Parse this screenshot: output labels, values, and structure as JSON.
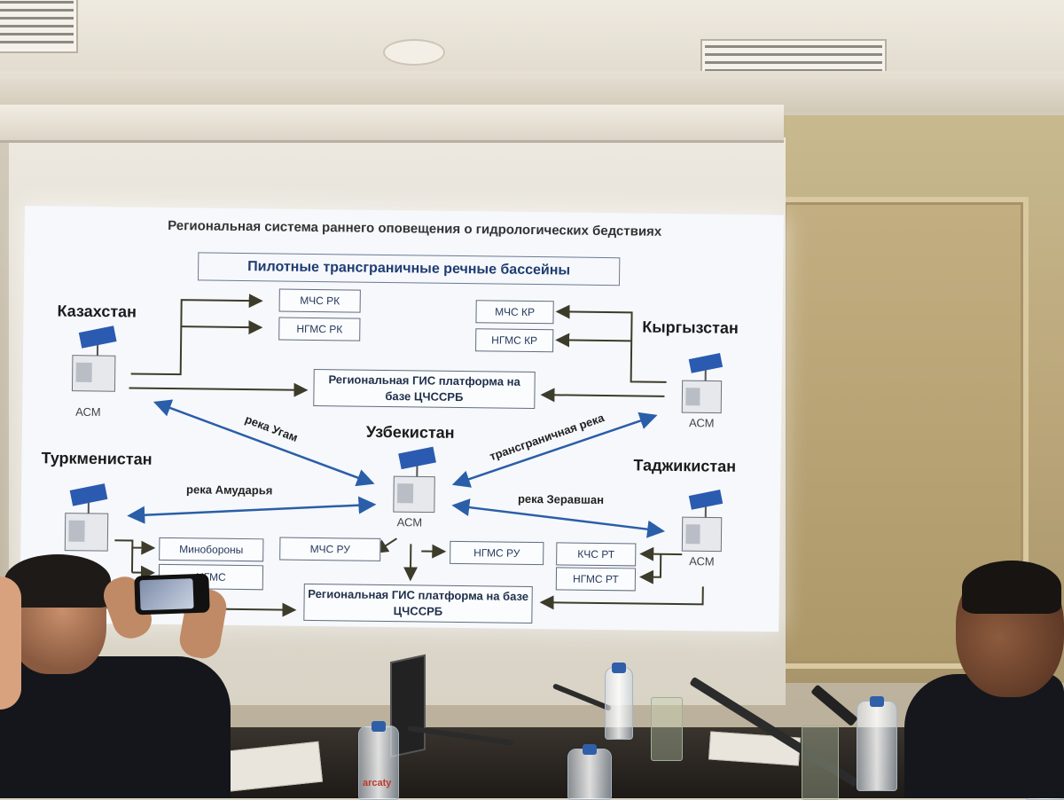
{
  "slide": {
    "title": "Региональная система раннего оповещения о гидрологических бедствиях",
    "pilot_title": "Пилотные трансграничные речные бассейны",
    "countries": {
      "kz": "Казахстан",
      "kg": "Кыргызстан",
      "uz": "Узбекистан",
      "tm": "Туркменистан",
      "tj": "Таджикистан"
    },
    "asm": "АСМ",
    "boxes": {
      "mchs_rk": "МЧС РК",
      "ngms_rk": "НГМС РК",
      "mchs_kr": "МЧС КР",
      "ngms_kr": "НГМС КР",
      "gis_top": "Региональная ГИС платформа на базе ЦЧССРБ",
      "minoborony": "Минобороны",
      "ngms": "НГМС",
      "mchs_ru": "МЧС РУ",
      "ngms_ru": "НГМС РУ",
      "kchs_rt": "КЧС РТ",
      "ngms_rt": "НГМС РТ",
      "gis_bottom": "Региональная ГИС платформа на базе ЦЧССРБ"
    },
    "rivers": {
      "ugam": "река Угам",
      "transboundary": "трансграничная река",
      "amudarya": "река Амударья",
      "zeravshan": "река Зеравшан"
    }
  },
  "bottle_brand": "arcaty",
  "colors": {
    "arrow_blue": "#2a5ea8",
    "arrow_dark": "#3d3b2a",
    "title_blue": "#1f3c73"
  }
}
